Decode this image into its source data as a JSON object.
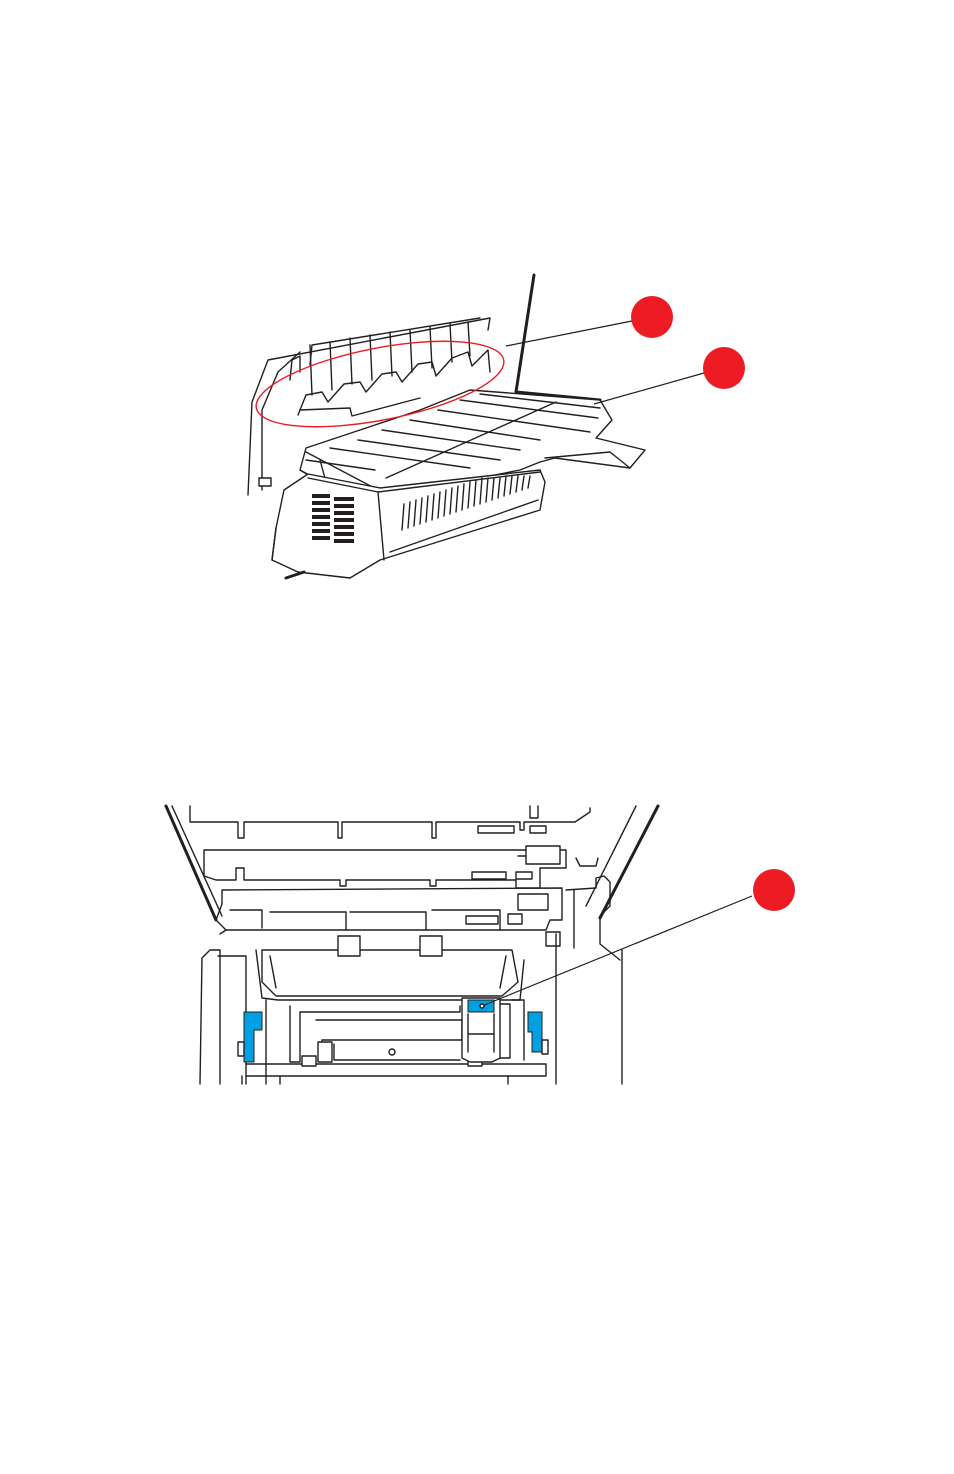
{
  "figures": [
    {
      "id": "duplex-unit-view",
      "callouts": [
        {
          "marker": "callout-1",
          "target": "jam-area-ellipse"
        },
        {
          "marker": "callout-2",
          "target": "paper-path-guide"
        }
      ]
    },
    {
      "id": "fuser-interior-view",
      "callouts": [
        {
          "marker": "callout-1",
          "target": "fuser-release-lever"
        }
      ]
    }
  ],
  "colors": {
    "callout": "#ed1c24",
    "highlight": "#ed1c24",
    "latch": "#00a0e3",
    "line": "#231f20",
    "background": "#ffffff"
  }
}
